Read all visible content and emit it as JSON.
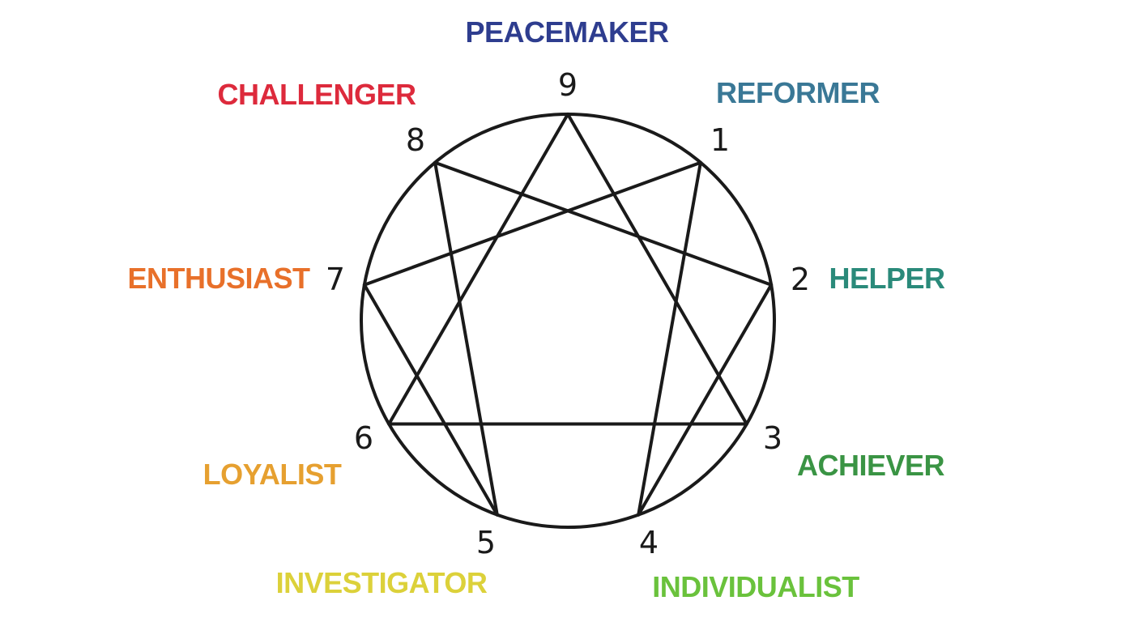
{
  "enneagram": {
    "points": [
      {
        "number": "9",
        "label": "PEACEMAKER",
        "color": "#2e3d8f"
      },
      {
        "number": "1",
        "label": "REFORMER",
        "color": "#3a7896"
      },
      {
        "number": "2",
        "label": "HELPER",
        "color": "#2a8a7a"
      },
      {
        "number": "3",
        "label": "ACHIEVER",
        "color": "#3a9444"
      },
      {
        "number": "4",
        "label": "INDIVIDUALIST",
        "color": "#6ac23c"
      },
      {
        "number": "5",
        "label": "INVESTIGATOR",
        "color": "#dcd13a"
      },
      {
        "number": "6",
        "label": "LOYALIST",
        "color": "#e6a030"
      },
      {
        "number": "7",
        "label": "ENTHUSIAST",
        "color": "#e8702a"
      },
      {
        "number": "8",
        "label": "CHALLENGER",
        "color": "#dd2a3c"
      }
    ],
    "triangle": [
      "9",
      "3",
      "6"
    ],
    "hexad": [
      "1",
      "4",
      "2",
      "8",
      "5",
      "7"
    ],
    "line_color": "#1a1a1a"
  }
}
